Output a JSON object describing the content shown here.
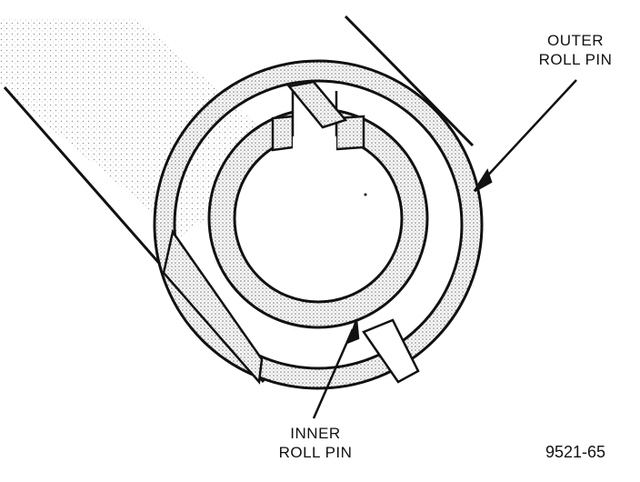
{
  "labels": {
    "outer_line1": "OUTER",
    "outer_line2": "ROLL PIN",
    "inner_line1": "INNER",
    "inner_line2": "ROLL PIN",
    "figure_number": "9521-65"
  },
  "colors": {
    "ink": "#111111",
    "shade": "#7a7a7a",
    "background": "#ffffff"
  }
}
